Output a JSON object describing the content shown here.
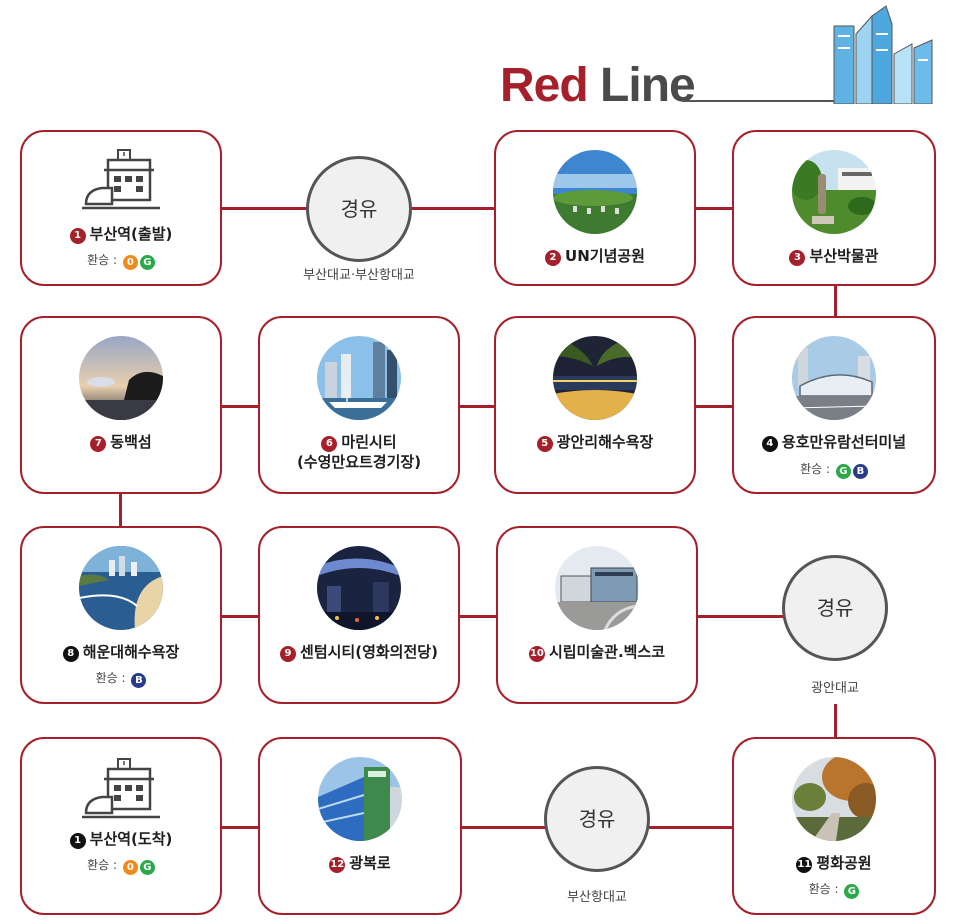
{
  "header": {
    "title_red": "Red",
    "title_rest": "Line"
  },
  "colors": {
    "route": "#a5202a",
    "badge_0": "#f08a1c",
    "badge_G": "#2aa84a",
    "badge_B": "#283c8f"
  },
  "transfer_label": "환승 :",
  "stops": {
    "s1_start": {
      "num": "1",
      "name": "부산역(출발)",
      "transfers": [
        "0",
        "G"
      ],
      "icon": "train-station-icon"
    },
    "s2": {
      "num": "2",
      "name": "UN기념공원",
      "icon": "un-memorial-park-photo"
    },
    "s3": {
      "num": "3",
      "name": "부산박물관",
      "icon": "busan-museum-photo"
    },
    "s4": {
      "num": "4",
      "name": "용호만유람선터미널",
      "transfers": [
        "G",
        "B"
      ],
      "icon": "cruise-terminal-photo"
    },
    "s5": {
      "num": "5",
      "name": "광안리해수욕장",
      "icon": "gwangalli-beach-photo"
    },
    "s6": {
      "num": "6",
      "name": "마린시티",
      "name2": "(수영만요트경기장)",
      "icon": "marine-city-photo"
    },
    "s7": {
      "num": "7",
      "name": "동백섬",
      "icon": "dongbaekseom-photo"
    },
    "s8": {
      "num": "8",
      "name": "해운대해수욕장",
      "transfers": [
        "B"
      ],
      "icon": "haeundae-beach-photo"
    },
    "s9": {
      "num": "9",
      "name": "센텀시티(영화의전당)",
      "icon": "centum-city-photo"
    },
    "s10": {
      "num": "10",
      "name": "시립미술관.벡스코",
      "icon": "museum-bexco-photo"
    },
    "s11": {
      "num": "11",
      "name": "평화공원",
      "transfers": [
        "G"
      ],
      "icon": "peace-park-photo"
    },
    "s12": {
      "num": "12",
      "name": "광복로",
      "icon": "gwangbokro-photo"
    },
    "s1_end": {
      "num": "1",
      "name": "부산역(도착)",
      "transfers": [
        "0",
        "G"
      ],
      "icon": "train-station-icon"
    }
  },
  "vias": {
    "v1": {
      "label": "경유",
      "sub": "부산대교·부산항대교"
    },
    "v2": {
      "label": "경유",
      "sub": "광안대교"
    },
    "v3": {
      "label": "경유",
      "sub": "부산항대교"
    }
  }
}
